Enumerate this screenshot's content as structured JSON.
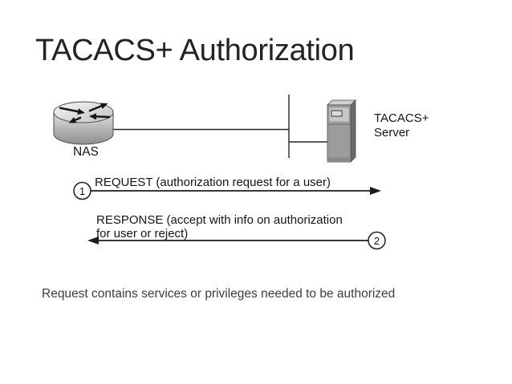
{
  "slide": {
    "title": "TACACS+ Authorization",
    "footnote": "Request contains services or privileges needed to be authorized"
  },
  "diagram": {
    "nas": {
      "icon": "router-icon",
      "label": "NAS"
    },
    "server": {
      "icon": "server-tower-icon",
      "label_line1": "TACACS+",
      "label_line2": "Server"
    },
    "step1": {
      "number": "1",
      "label": "REQUEST (authorization request for a user)",
      "direction": "nas-to-server"
    },
    "step2": {
      "number": "2",
      "label_line1": "RESPONSE (accept with info on authorization",
      "label_line2": "for user or reject)",
      "direction": "server-to-nas"
    },
    "colors": {
      "title_color": "#232323",
      "footnote_color": "#3d3d3d",
      "diagram_line": "#262626",
      "label_text": "#141414",
      "server_front": "#9c9c9c",
      "server_side": "#6b6b6b",
      "server_top": "#cfcfcf",
      "server_panel": "#c6c6c6",
      "server_slot": "#dcdcdc",
      "router_body_light": "#e0e0e0",
      "router_body_dark": "#8f8f8f"
    }
  }
}
